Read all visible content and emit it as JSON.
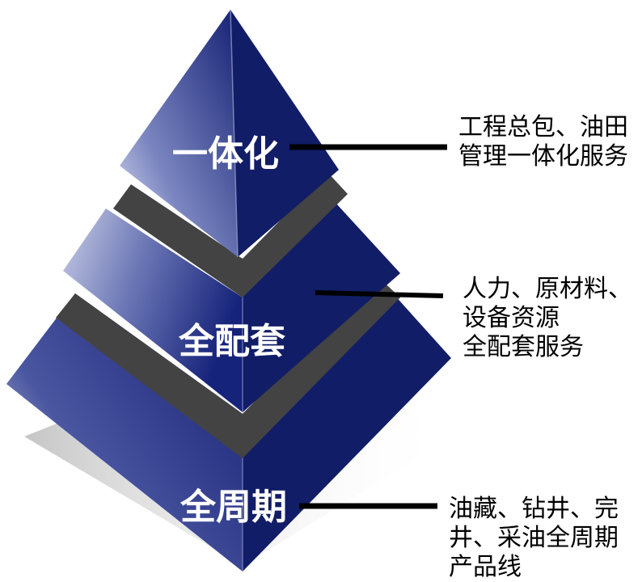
{
  "tiers": [
    {
      "label": "一体化",
      "description_lines": [
        "工程总包、油田",
        "管理一体化服务"
      ]
    },
    {
      "label": "全配套",
      "description_lines": [
        "人力、原材料、",
        "设备资源",
        "全配套服务"
      ]
    },
    {
      "label": "全周期",
      "description_lines": [
        "油藏、钻井、完",
        "井、采油全周期",
        "产品线"
      ]
    }
  ],
  "colors": {
    "face_dark": "#111d66",
    "face_mid": "#1a2b82",
    "band": "#434343",
    "connector": "#000000",
    "label": "#ffffff"
  }
}
